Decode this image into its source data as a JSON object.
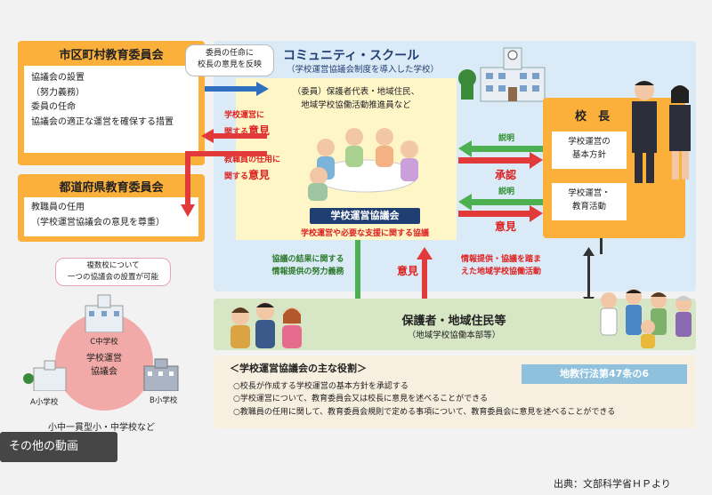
{
  "municipal_board": {
    "title": "市区町村教育委員会",
    "lines": [
      "協議会の設置",
      "（努力義務）",
      "委員の任命",
      "協議会の適正な運営を確保する措置"
    ]
  },
  "prefectural_board": {
    "title": "都道府県教育委員会",
    "lines": [
      "教職員の任用",
      "（学校運営協議会の意見を尊重）"
    ]
  },
  "note_appointment": {
    "lines": [
      "委員の任命に",
      "校長の意見を反映"
    ]
  },
  "community_school": {
    "title": "コミュニティ・スクール",
    "subtitle": "（学校運営協議会制度を導入した学校）"
  },
  "members": {
    "lines": [
      "（委員）保護者代表・地域住民、",
      "地域学校協働活動推進員など"
    ]
  },
  "opinion_school": {
    "lines": [
      "学校運営に",
      "関する",
      "意見"
    ]
  },
  "opinion_staff": {
    "lines": [
      "教職員の任用に",
      "関する",
      "意見"
    ]
  },
  "council": {
    "title": "学校運営協議会",
    "subtitle": "学校運営や必要な支援に関する協議"
  },
  "principal": {
    "title": "校　長",
    "policy": [
      "学校運営の",
      "基本方針"
    ],
    "activities": [
      "学校運営・",
      "教育活動"
    ]
  },
  "arrows": {
    "explain1": "説明",
    "approve": "承認",
    "explain2": "説明",
    "opinion": "意見"
  },
  "result_info": {
    "lines": [
      "協議の結果に関する",
      "情報提供の努力義務"
    ]
  },
  "opinion_up": "意見",
  "info_provide": {
    "lines": [
      "情報提供・協議を踏ま",
      "えた地域学校協働活動"
    ]
  },
  "guardians": {
    "title": "保護者・地域住民等",
    "subtitle": "（地域学校協働本部等）"
  },
  "roles": {
    "title": "＜学校運営協議会の主な役割＞",
    "law": "地教行法第47条の6",
    "items": [
      "○校長が作成する学校運営の基本方針を承認する",
      "○学校運営について、教育委員会又は校長に意見を述べることができる",
      "○教職員の任用に関して、教育委員会規則で定める事項について、教育委員会に意見を述べることができる"
    ]
  },
  "multi_school": {
    "note": [
      "複数校について",
      "一つの協議会の設置が可能"
    ],
    "c_school": "C中学校",
    "council": [
      "学校運営",
      "協議会"
    ],
    "a_school": "A小学校",
    "b_school": "B小学校",
    "caption": "小中一貫型小・中学校など"
  },
  "overlay_button": "その他の動画",
  "source": "出典：文部科学省ＨＰより",
  "colors": {
    "orange": "#fbb03b",
    "blue_area": "#dbeaf7",
    "green_arrow": "#4caf50",
    "red_arrow": "#e23a3a",
    "blue_arrow": "#2f6fc0"
  }
}
